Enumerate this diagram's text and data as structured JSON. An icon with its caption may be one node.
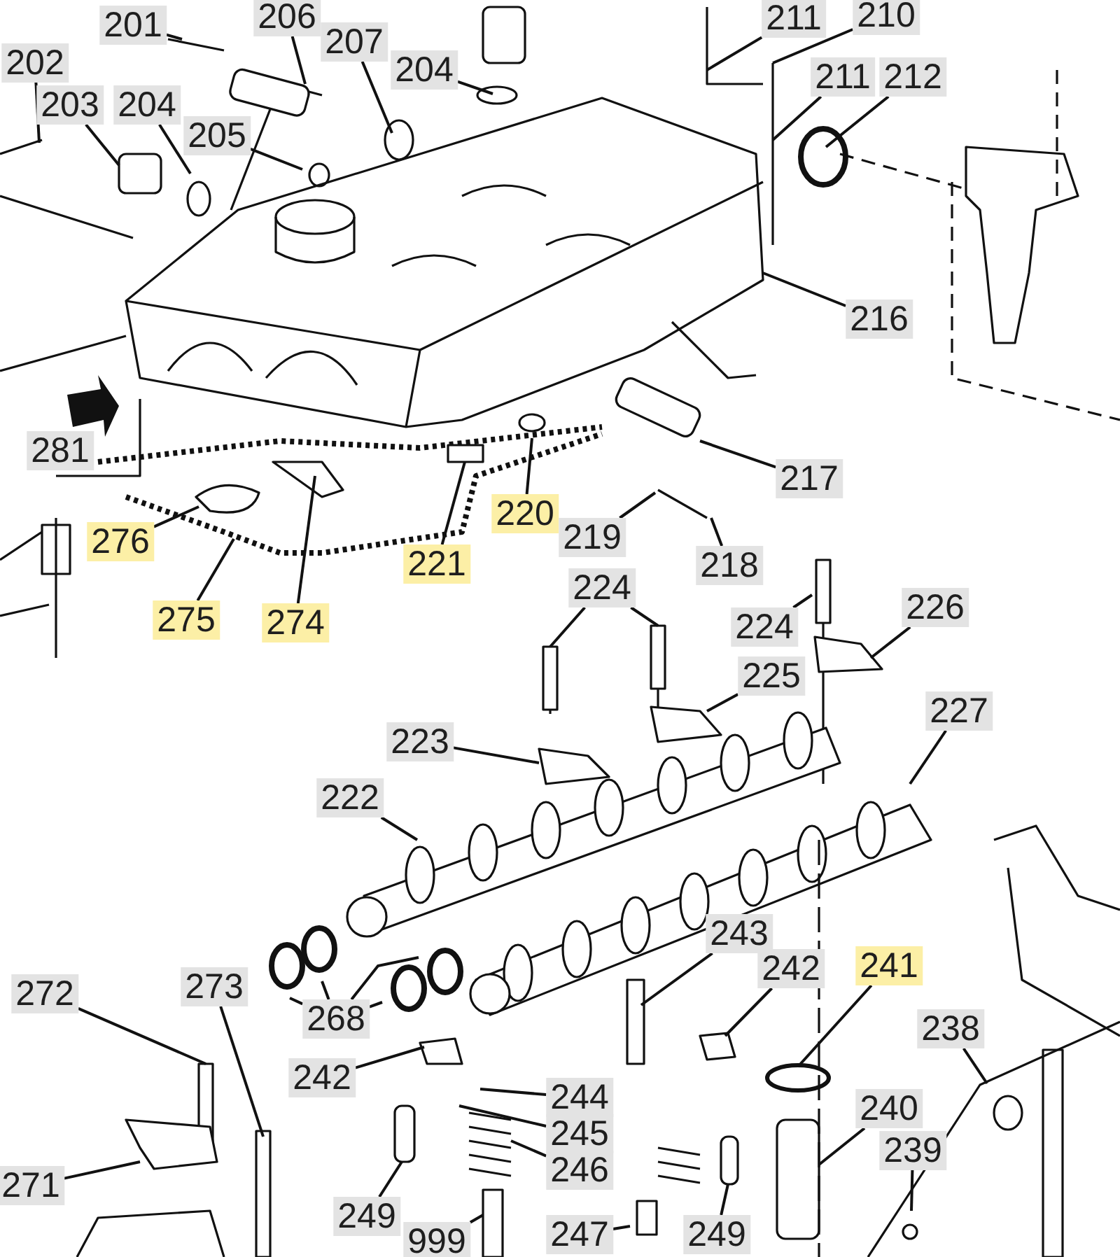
{
  "diagram": {
    "nodes": [
      {
        "text": [
          "201"
        ]
      },
      {
        "text": [
          "206"
        ]
      },
      {
        "text": [
          "211"
        ]
      },
      {
        "text": [
          "210"
        ]
      },
      {
        "text": [
          "202"
        ]
      },
      {
        "text": [
          "207"
        ]
      },
      {
        "text": [
          "204"
        ]
      },
      {
        "text": [
          "211"
        ]
      },
      {
        "text": [
          "212"
        ]
      },
      {
        "text": [
          "203"
        ]
      },
      {
        "text": [
          "204"
        ]
      },
      {
        "text": [
          "205"
        ]
      },
      {
        "text": [
          "216"
        ]
      },
      {
        "text": [
          "217"
        ]
      },
      {
        "text": [
          "276"
        ]
      },
      {
        "text": [
          "220"
        ]
      },
      {
        "text": [
          "221"
        ]
      },
      {
        "text": [
          "219"
        ]
      },
      {
        "text": [
          "218"
        ]
      },
      {
        "text": [
          "275"
        ]
      },
      {
        "text": [
          "274"
        ]
      },
      {
        "text": [
          "224"
        ]
      },
      {
        "text": [
          "224"
        ]
      },
      {
        "text": [
          "226"
        ]
      },
      {
        "text": [
          "225"
        ]
      },
      {
        "text": [
          "223"
        ]
      },
      {
        "text": [
          "227"
        ]
      },
      {
        "text": [
          "222"
        ]
      },
      {
        "text": [
          "243"
        ]
      },
      {
        "text": [
          "241"
        ]
      },
      {
        "text": [
          "242"
        ]
      },
      {
        "text": [
          "272"
        ]
      },
      {
        "text": [
          "273"
        ]
      },
      {
        "text": [
          "268"
        ]
      },
      {
        "text": [
          "238"
        ]
      },
      {
        "text": [
          "242"
        ]
      },
      {
        "text": [
          "244"
        ]
      },
      {
        "text": [
          "240"
        ]
      },
      {
        "text": [
          "245"
        ]
      },
      {
        "text": [
          "246"
        ]
      },
      {
        "text": [
          "239"
        ]
      },
      {
        "text": [
          "271"
        ]
      },
      {
        "text": [
          "249"
        ]
      },
      {
        "text": [
          "249"
        ]
      },
      {
        "text": [
          "999"
        ]
      },
      {
        "text": [
          "247"
        ]
      },
      {
        "text": [
          "281"
        ]
      }
    ],
    "edges": [
      {
        "from": 0,
        "to": null,
        "arrow": "none"
      },
      {
        "from": 1,
        "to": null,
        "arrow": "none"
      },
      {
        "from": 2,
        "to": null,
        "arrow": "none"
      },
      {
        "from": 3,
        "to": null,
        "arrow": "none"
      },
      {
        "from": 4,
        "to": null,
        "arrow": "none"
      },
      {
        "from": 5,
        "to": null,
        "arrow": "none"
      },
      {
        "from": 6,
        "to": null,
        "arrow": "none"
      },
      {
        "from": 7,
        "to": null,
        "arrow": "none"
      },
      {
        "from": 8,
        "to": null,
        "arrow": "none"
      },
      {
        "from": 9,
        "to": null,
        "arrow": "none"
      },
      {
        "from": 10,
        "to": null,
        "arrow": "none"
      },
      {
        "from": 11,
        "to": null,
        "arrow": "none"
      },
      {
        "from": 12,
        "to": null,
        "arrow": "none"
      },
      {
        "from": 13,
        "to": null,
        "arrow": "none"
      },
      {
        "from": 14,
        "to": null,
        "arrow": "none"
      },
      {
        "from": 15,
        "to": null,
        "arrow": "none"
      },
      {
        "from": 16,
        "to": null,
        "arrow": "none"
      },
      {
        "from": 17,
        "to": null,
        "arrow": "none"
      },
      {
        "from": 18,
        "to": null,
        "arrow": "none"
      },
      {
        "from": 19,
        "to": null,
        "arrow": "none"
      },
      {
        "from": 20,
        "to": null,
        "arrow": "none"
      },
      {
        "from": 21,
        "to": null,
        "arrow": "none"
      },
      {
        "from": 21,
        "to": null,
        "arrow": "none"
      },
      {
        "from": 22,
        "to": null,
        "arrow": "none"
      },
      {
        "from": 23,
        "to": null,
        "arrow": "none"
      },
      {
        "from": 24,
        "to": null,
        "arrow": "none"
      },
      {
        "from": 25,
        "to": null,
        "arrow": "none"
      },
      {
        "from": 26,
        "to": null,
        "arrow": "none"
      },
      {
        "from": 27,
        "to": null,
        "arrow": "none"
      },
      {
        "from": 28,
        "to": null,
        "arrow": "none"
      },
      {
        "from": 29,
        "to": null,
        "arrow": "none"
      },
      {
        "from": 30,
        "to": null,
        "arrow": "none"
      },
      {
        "from": 31,
        "to": null,
        "arrow": "none"
      },
      {
        "from": 32,
        "to": null,
        "arrow": "none"
      },
      {
        "from": 33,
        "to": null,
        "arrow": "none"
      },
      {
        "from": 33,
        "to": null,
        "arrow": "none"
      },
      {
        "from": 33,
        "to": null,
        "arrow": "none"
      },
      {
        "from": 33,
        "to": null,
        "arrow": "none"
      },
      {
        "from": 34,
        "to": null,
        "arrow": "none"
      },
      {
        "from": 35,
        "to": null,
        "arrow": "none"
      },
      {
        "from": 36,
        "to": null,
        "arrow": "none"
      },
      {
        "from": 37,
        "to": null,
        "arrow": "none"
      },
      {
        "from": 38,
        "to": null,
        "arrow": "none"
      },
      {
        "from": 39,
        "to": null,
        "arrow": "none"
      },
      {
        "from": 40,
        "to": null,
        "arrow": "none"
      },
      {
        "from": 41,
        "to": null,
        "arrow": "none"
      },
      {
        "from": 42,
        "to": null,
        "arrow": "none"
      },
      {
        "from": 43,
        "to": null,
        "arrow": "none"
      },
      {
        "from": 44,
        "to": null,
        "arrow": "none"
      },
      {
        "from": 45,
        "to": null,
        "arrow": "none"
      }
    ]
  }
}
